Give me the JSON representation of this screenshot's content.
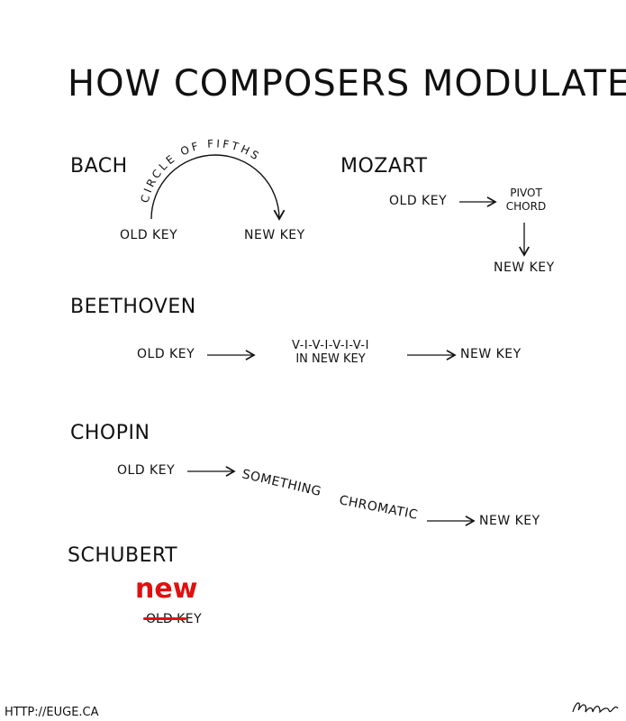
{
  "title": "HOW COMPOSERS MODULATE",
  "bach": {
    "heading": "BACH",
    "arc_label": "CIRCLE OF FIFTHS",
    "from": "OLD KEY",
    "to": "NEW KEY"
  },
  "mozart": {
    "heading": "MOZART",
    "from": "OLD KEY",
    "pivot_line1": "PIVOT",
    "pivot_line2": "CHORD",
    "to": "NEW KEY"
  },
  "beethoven": {
    "heading": "BEETHOVEN",
    "from": "OLD KEY",
    "progression": "V-I-V-I-V-I-V-I",
    "progression_sub": "IN NEW KEY",
    "to": "NEW KEY"
  },
  "chopin": {
    "heading": "CHOPIN",
    "from": "OLD KEY",
    "middle_word1": "SOMETHING",
    "middle_word2": "CHROMATIC",
    "to": "NEW KEY"
  },
  "schubert": {
    "heading": "SCHUBERT",
    "new_word": "new",
    "old_word": "OLD",
    "key_word": "KEY",
    "accent_color": "#e01010"
  },
  "footer": {
    "url": "HTTP://EUGE.CA",
    "signature": "EugeneChan"
  }
}
